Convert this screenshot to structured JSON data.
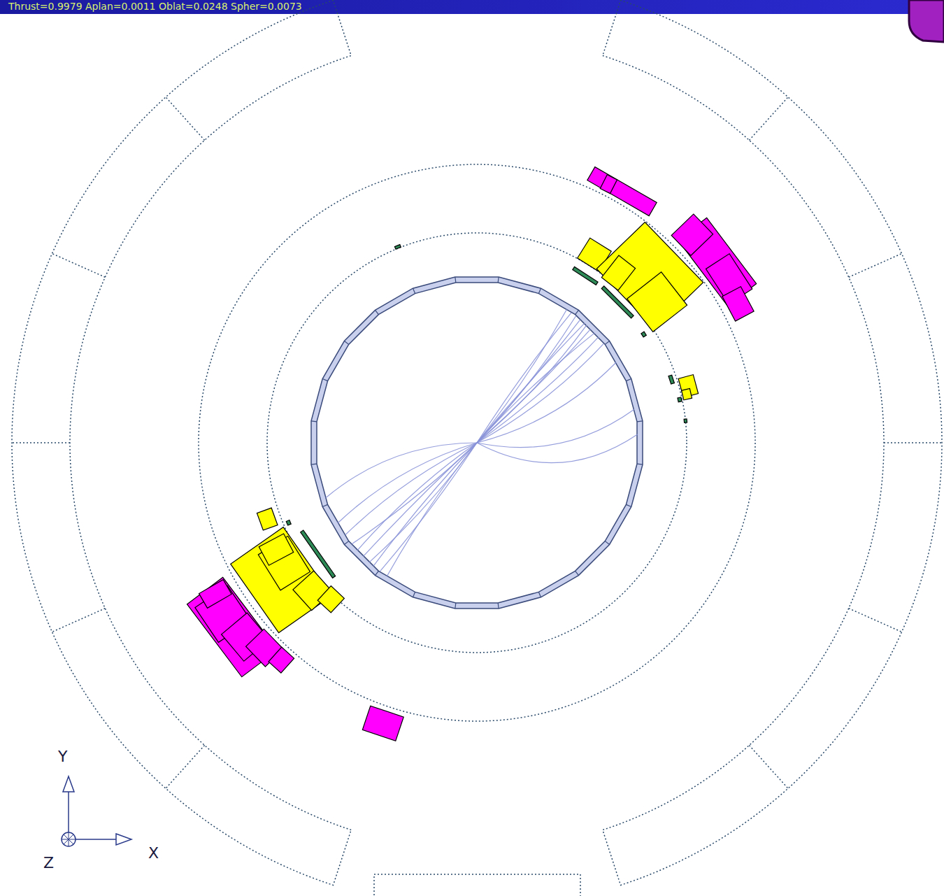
{
  "diagram": {
    "labels": [
      "Thrust=0.9979 Aplan=0.0011 Oblat=0.0248 Spher=0.0073",
      "Y",
      "X",
      "Z"
    ]
  }
}
